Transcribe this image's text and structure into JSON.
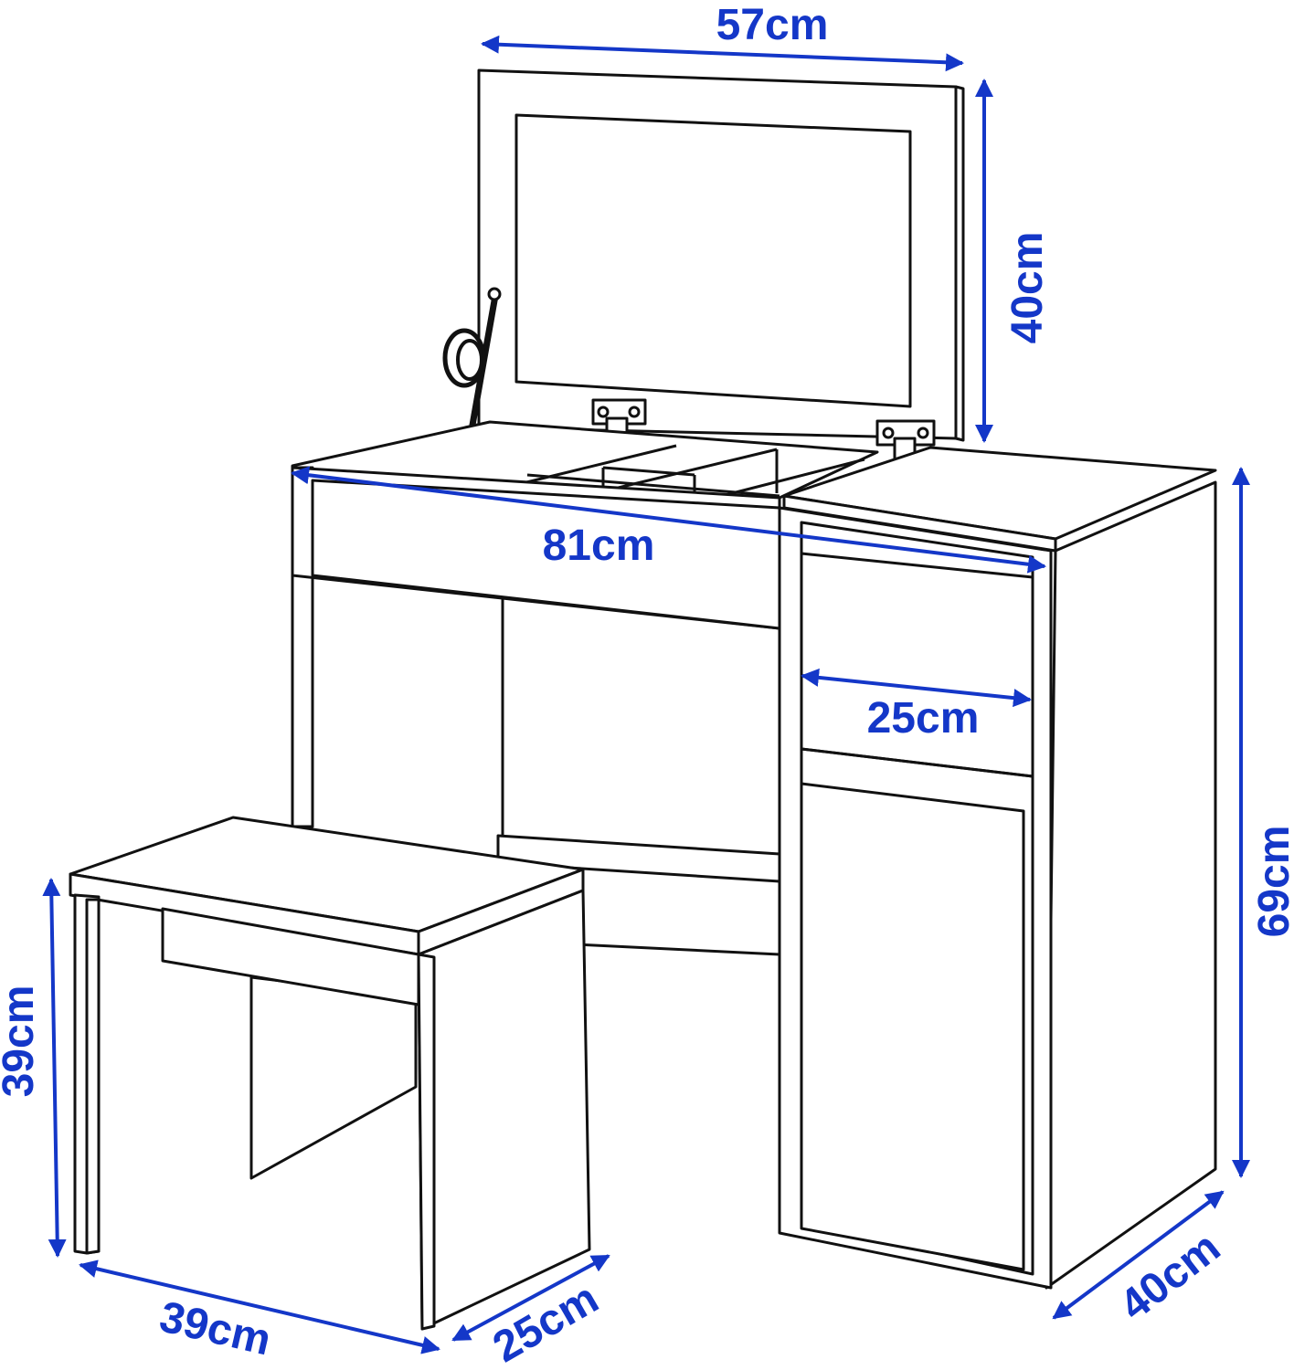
{
  "colors": {
    "dimension": "#1437c8",
    "outline": "#111111",
    "background": "#ffffff"
  },
  "dimensions": {
    "mirror_width": "57cm",
    "mirror_height": "40cm",
    "table_width": "81cm",
    "drawer_width": "25cm",
    "table_height": "69cm",
    "table_depth": "40cm",
    "stool_height": "39cm",
    "stool_width": "39cm",
    "stool_depth": "25cm"
  }
}
